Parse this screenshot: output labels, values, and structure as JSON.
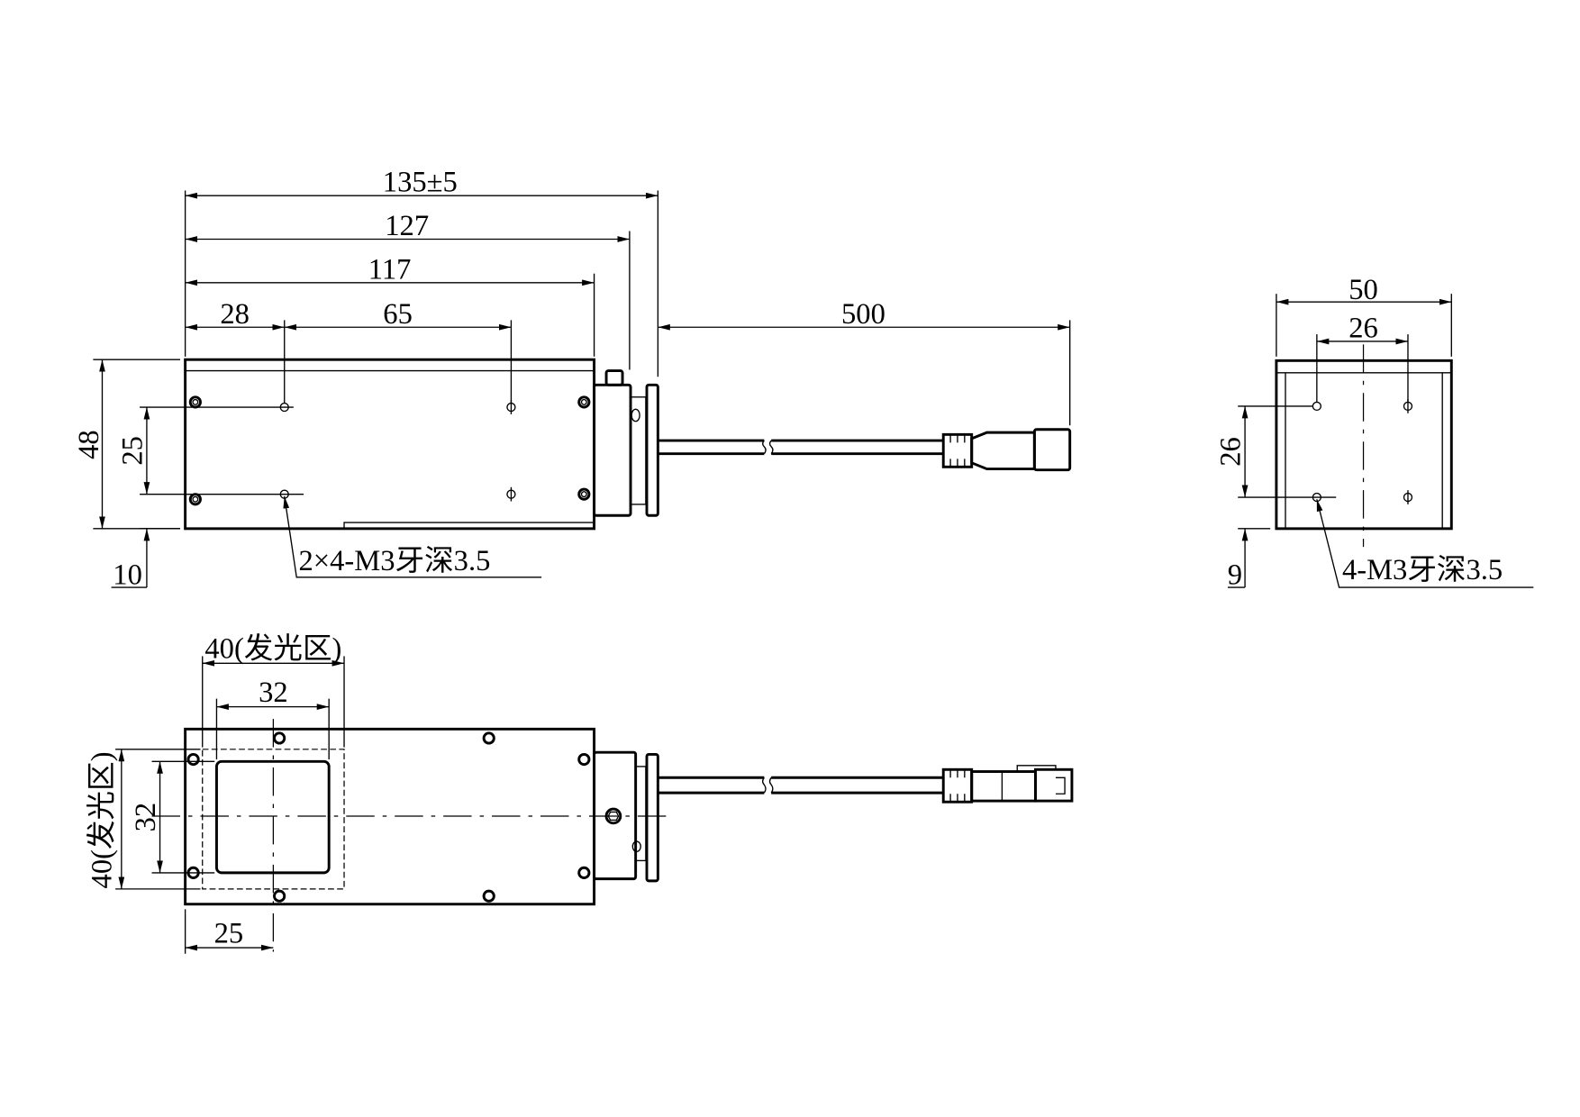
{
  "top_view": {
    "dim_overall": "135±5",
    "dim_127": "127",
    "dim_117": "117",
    "dim_28": "28",
    "dim_65": "65",
    "dim_cable": "500",
    "dim_height": "48",
    "dim_hole_spacing": "25",
    "dim_offset": "10",
    "hole_note": "2×4-M3牙深3.5"
  },
  "end_view": {
    "dim_width": "50",
    "dim_hole_h": "26",
    "dim_hole_v": "26",
    "dim_offset": "9",
    "hole_note": "4-M3牙深3.5"
  },
  "bottom_view": {
    "dim_emit_w": "40(发光区)",
    "dim_window_w": "32",
    "dim_emit_h": "40(发光区)",
    "dim_window_h": "32",
    "dim_center": "25"
  }
}
